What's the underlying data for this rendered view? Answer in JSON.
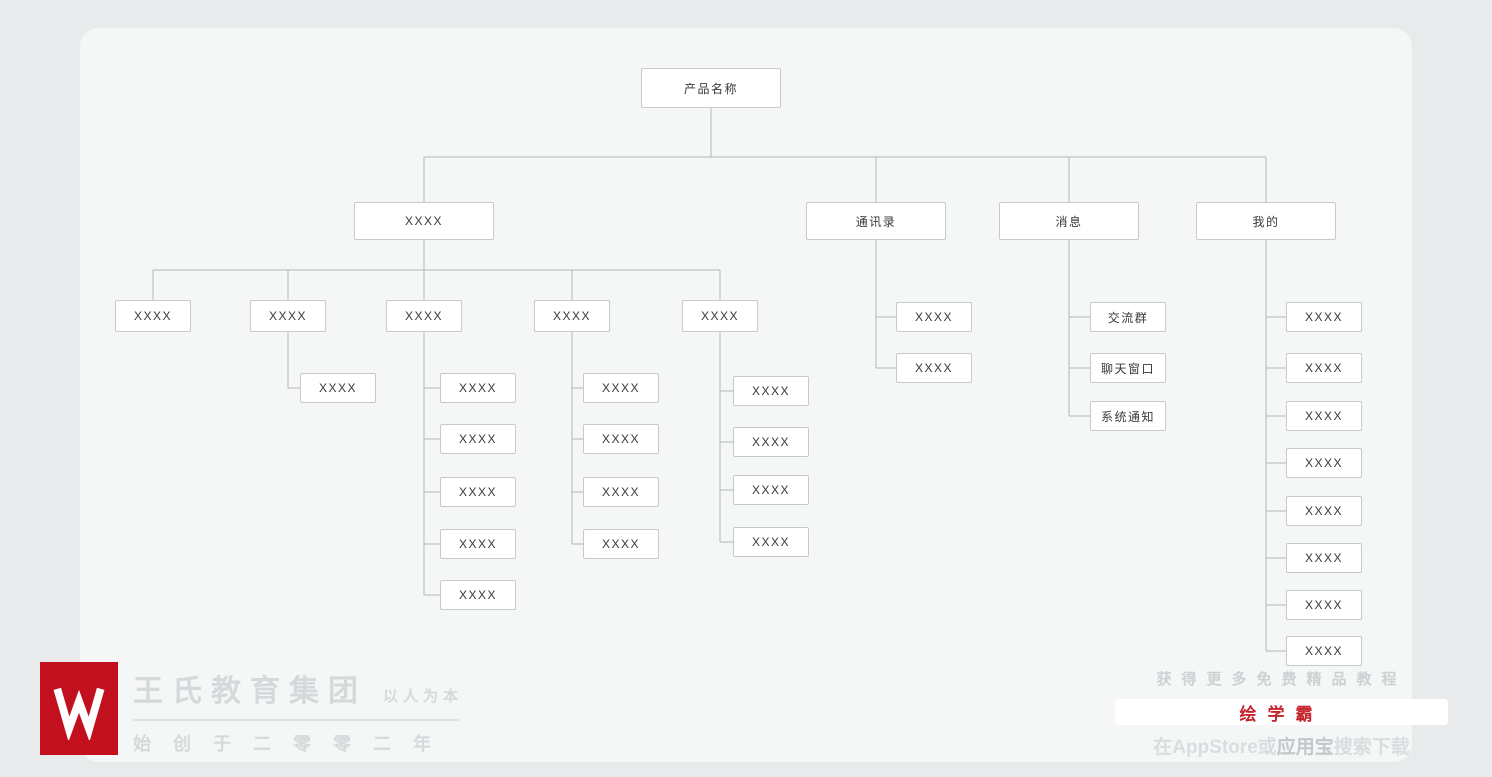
{
  "diagram": {
    "root": {
      "label": "产品名称",
      "children": [
        {
          "label": "XXXX",
          "children": [
            {
              "label": "XXXX",
              "children": []
            },
            {
              "label": "XXXX",
              "children": [
                {
                  "label": "XXXX"
                }
              ]
            },
            {
              "label": "XXXX",
              "children": [
                {
                  "label": "XXXX"
                },
                {
                  "label": "XXXX"
                },
                {
                  "label": "XXXX"
                },
                {
                  "label": "XXXX"
                },
                {
                  "label": "XXXX"
                }
              ]
            },
            {
              "label": "XXXX",
              "children": [
                {
                  "label": "XXXX"
                },
                {
                  "label": "XXXX"
                },
                {
                  "label": "XXXX"
                },
                {
                  "label": "XXXX"
                }
              ]
            },
            {
              "label": "XXXX",
              "children": [
                {
                  "label": "XXXX"
                },
                {
                  "label": "XXXX"
                },
                {
                  "label": "XXXX"
                },
                {
                  "label": "XXXX"
                }
              ]
            }
          ]
        },
        {
          "label": "通讯录",
          "children": [
            {
              "label": "XXXX"
            },
            {
              "label": "XXXX"
            }
          ]
        },
        {
          "label": "消息",
          "children": [
            {
              "label": "交流群"
            },
            {
              "label": "聊天窗口"
            },
            {
              "label": "系统通知"
            }
          ]
        },
        {
          "label": "我的",
          "children": [
            {
              "label": "XXXX"
            },
            {
              "label": "XXXX"
            },
            {
              "label": "XXXX"
            },
            {
              "label": "XXXX"
            },
            {
              "label": "XXXX"
            },
            {
              "label": "XXXX"
            },
            {
              "label": "XXXX"
            },
            {
              "label": "XXXX"
            }
          ]
        }
      ]
    }
  },
  "watermarks": {
    "left": {
      "logo_icon": "w-ribbon-icon",
      "company": "王氏教育集团",
      "slogan": "以人为本",
      "since": "始创于二零零二年"
    },
    "right": {
      "promo": "获得更多免费精品教程",
      "brand": "绘学霸",
      "download_prefix": "在AppStore或",
      "download_app": "应用宝",
      "download_suffix": "搜索下载"
    }
  },
  "colors": {
    "brand_red": "#c2101f",
    "connector_line": "#b4b7bb",
    "node_border": "#c6c9cd",
    "panel_background": "#f5f6f6"
  }
}
